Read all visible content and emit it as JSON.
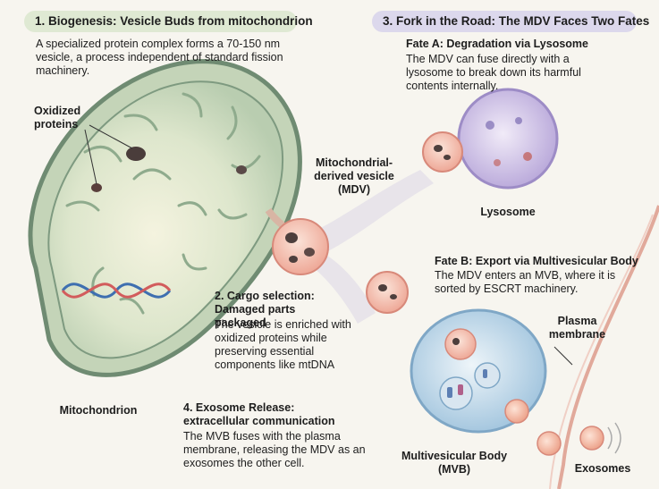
{
  "step1": {
    "title": "1. Biogenesis: Vesicle Buds from mitochondrion",
    "body": "A specialized protein complex forms a 70-150 nm vesicle, a process independent of standard fission machinery."
  },
  "step3": {
    "title": "3. Fork in the Road: The MDV Faces Two Fates"
  },
  "fate_a": {
    "title": "Fate A: Degradation via Lysosome",
    "body": "The MDV can fuse directly with a lysosome to break down its harmful contents internally."
  },
  "fate_b": {
    "title": "Fate B: Export via Multivesicular Body",
    "body": "The MDV enters an MVB, where it is sorted by ESCRT machinery."
  },
  "step2": {
    "title": "2. Cargo selection: Damaged parts packaged",
    "body": "The vesicle is enriched with oxidized proteins while preserving essential components like mtDNA"
  },
  "step4": {
    "title": "4. Exosome Release: extracellular communication",
    "body": "The MVB fuses with the plasma membrane, releasing the MDV as an exosomes the other cell."
  },
  "labels": {
    "oxidized": "Oxidized proteins",
    "mdv": "Mitochondrial-derived vesicle (MDV)",
    "lysosome": "Lysosome",
    "plasma": "Plasma membrane",
    "mitochondrion": "Mitochondrion",
    "mvb": "Multivesicular Body (MVB)",
    "exosomes": "Exosomes"
  },
  "colors": {
    "pill_green": "#dfe9d3",
    "pill_purple": "#dcd8ec",
    "mito_outer": "#6f8b72",
    "mito_fill": "#c9d8bf",
    "vesicle": "#f4b9ad",
    "lysosome": "#cfc2e6",
    "mvb": "#b9d6e8"
  }
}
